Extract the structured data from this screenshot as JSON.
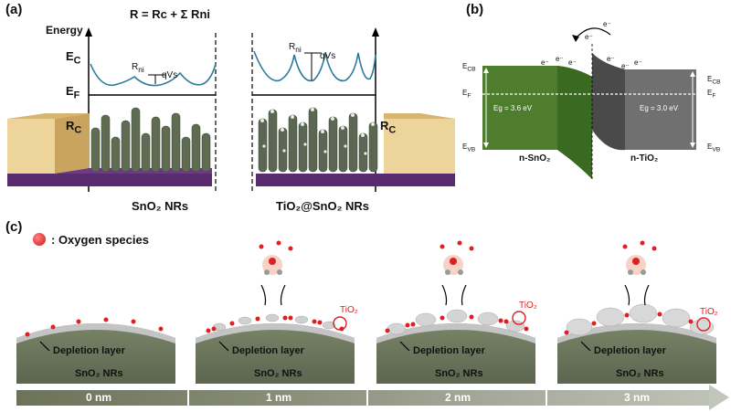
{
  "panel_a": {
    "label": "(a)",
    "formula": "R = Rc + Σ Rni",
    "energy_label": "Energy",
    "ec_label": "E",
    "ec_sub": "C",
    "ef_label": "E",
    "ef_sub": "F",
    "rc_label": "R",
    "rc_sub": "C",
    "rni_label": "R",
    "rni_sub": "ni",
    "qvs_label": "qVs",
    "rni2_label": "R",
    "rni2_sub": "ni",
    "qvs2_label": "qVs",
    "rc2_label": "R",
    "rc2_sub": "C",
    "left_caption": "SnO₂ NRs",
    "right_caption": "TiO₂@SnO₂ NRs"
  },
  "panel_b": {
    "label": "(b)",
    "ecb_left": "E",
    "ecb_left_sub": "CB",
    "ef_left": "E",
    "ef_left_sub": "F",
    "evb_left": "E",
    "evb_left_sub": "VB",
    "ecb_right": "E",
    "ecb_right_sub": "CB",
    "ef_right": "E",
    "ef_right_sub": "F",
    "evb_right": "E",
    "evb_right_sub": "VB",
    "eg_left": "Eg = 3.6 eV",
    "eg_right": "Eg = 3.0 eV",
    "left_material": "n-SnO₂",
    "right_material": "n-TiO₂",
    "electron": "e⁻"
  },
  "panel_c": {
    "label": "(c)",
    "legend_text": ": Oxygen species",
    "depletion": "Depletion layer",
    "nrs": "SnO₂ NRs",
    "tio2": "TiO₂",
    "timeline": [
      "0 nm",
      "1 nm",
      "2 nm",
      "3 nm"
    ]
  },
  "colors": {
    "sno2_green": "#4d7d2d",
    "tio2_gray": "#6e6e6e",
    "band_blue": "#2a7a9a",
    "substrate_tan": "#e6c98c",
    "substrate_purple": "#5a2b6e",
    "oxygen_red": "#e02020"
  }
}
